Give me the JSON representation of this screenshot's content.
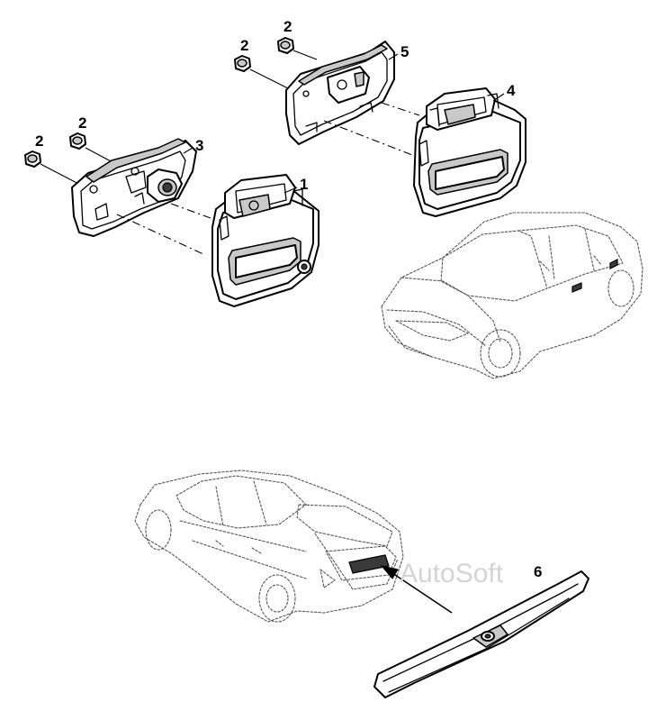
{
  "callouts": [
    {
      "id": "c1",
      "text": "1"
    },
    {
      "id": "c2a",
      "text": "2"
    },
    {
      "id": "c2b",
      "text": "2"
    },
    {
      "id": "c2c",
      "text": "2"
    },
    {
      "id": "c2d",
      "text": "2"
    },
    {
      "id": "c3",
      "text": "3"
    },
    {
      "id": "c4",
      "text": "4"
    },
    {
      "id": "c5",
      "text": "5"
    },
    {
      "id": "c6",
      "text": "6"
    }
  ],
  "watermark": "AutoSoft"
}
